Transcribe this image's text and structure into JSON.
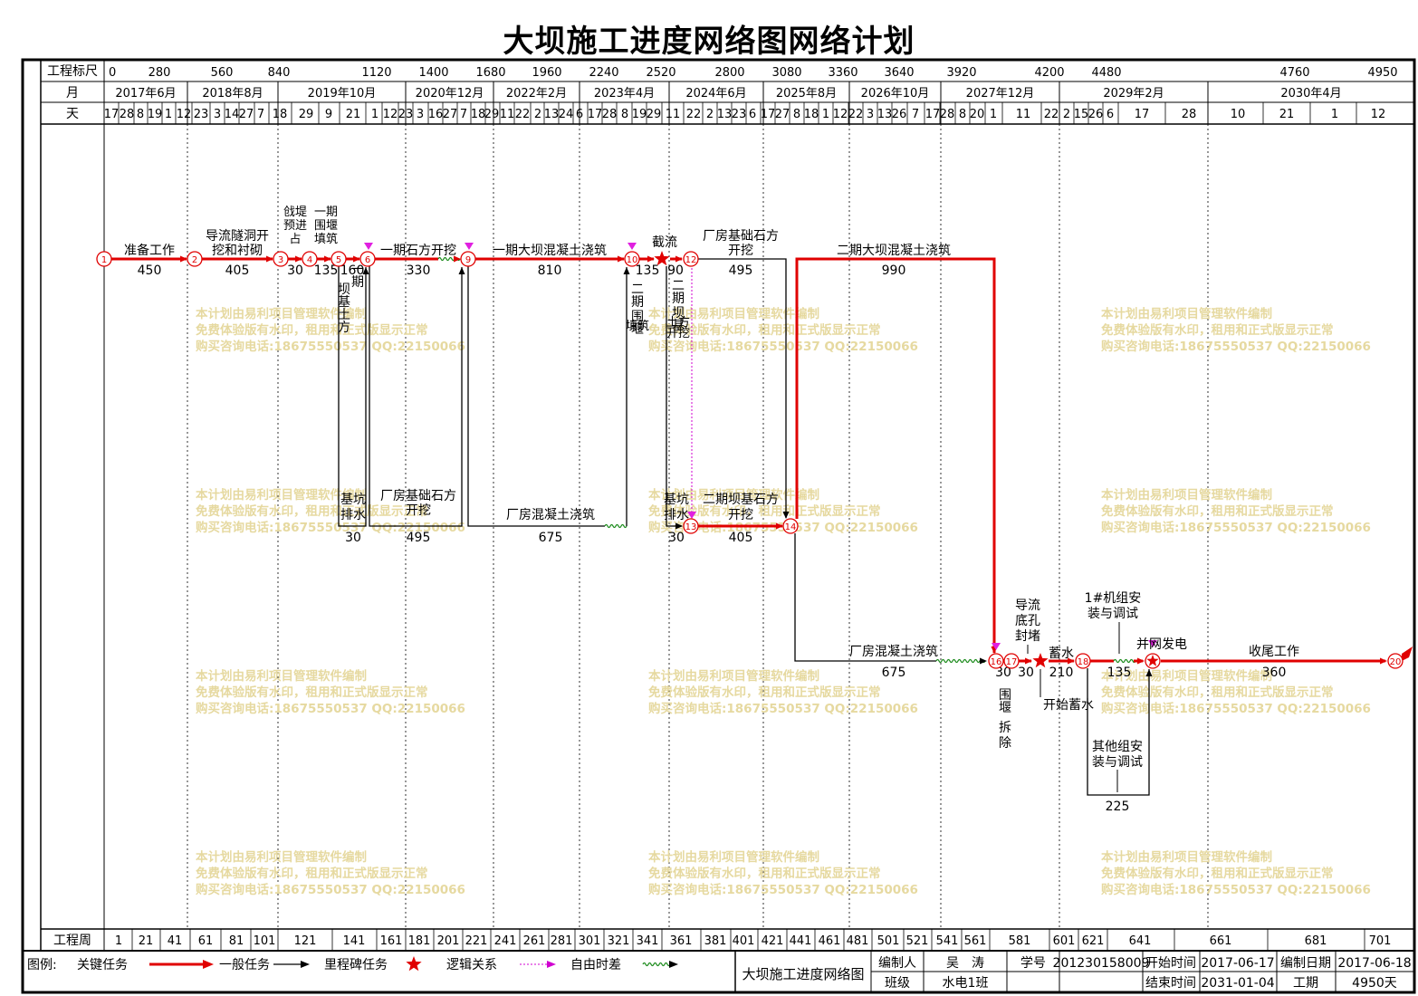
{
  "title": "大坝施工进度网络图网络计划",
  "header_labels": {
    "scale": "工程标尺",
    "month": "月",
    "day": "天",
    "week": "工程周"
  },
  "scale_ticks": [
    "0",
    "280",
    "560",
    "840",
    "1120",
    "1400",
    "1680",
    "1960",
    "2240",
    "2520",
    "2800",
    "3080",
    "3360",
    "3640",
    "3920",
    "4200",
    "4480",
    "4760",
    "4950"
  ],
  "months": [
    "2017年6月",
    "2018年8月",
    "2019年10月",
    "2020年12月",
    "2022年2月",
    "2023年4月",
    "2024年6月",
    "2025年8月",
    "2026年10月",
    "2027年12月",
    "2029年2月",
    "2030年4月"
  ],
  "days": [
    "17",
    "28",
    "8",
    "19",
    "1",
    "12",
    "23",
    "3",
    "14",
    "27",
    "7",
    "18",
    "29",
    "9",
    "21",
    "1",
    "12",
    "23",
    "3",
    "16",
    "27",
    "7",
    "18",
    "29",
    "11",
    "22",
    "2",
    "13",
    "24",
    "6",
    "17",
    "28",
    "8",
    "19",
    "29",
    "11",
    "22",
    "2",
    "13",
    "23",
    "6",
    "17",
    "27",
    "8",
    "18",
    "1",
    "12",
    "22",
    "3",
    "13",
    "26",
    "7",
    "17",
    "28",
    "8",
    "20",
    "1",
    "11",
    "22",
    "2",
    "15",
    "26",
    "6",
    "17",
    "28",
    "10",
    "21",
    "1",
    "12"
  ],
  "weeks": [
    "1",
    "21",
    "41",
    "61",
    "81",
    "101",
    "121",
    "141",
    "161",
    "181",
    "201",
    "221",
    "241",
    "261",
    "281",
    "301",
    "321",
    "341",
    "361",
    "381",
    "401",
    "421",
    "441",
    "461",
    "481",
    "501",
    "521",
    "541",
    "561",
    "581",
    "601",
    "621",
    "641",
    "661",
    "681",
    "701"
  ],
  "nodes": [
    "1",
    "2",
    "3",
    "4",
    "5",
    "6",
    "9",
    "10",
    "12",
    "13",
    "14",
    "16",
    "17",
    "18",
    "20"
  ],
  "tasks": [
    {
      "name": "准备工作",
      "dur": "450"
    },
    {
      "name": "导流隧洞开挖和衬砌",
      "dur": "405"
    },
    {
      "name": "戗堤预进占",
      "dur": "30"
    },
    {
      "name": "一期围堰填筑",
      "dur": "135"
    },
    {
      "name": "一期坝基土方开挖",
      "dur": "160"
    },
    {
      "name": "一期石方开挖",
      "dur": "330"
    },
    {
      "name": "一期大坝混凝土浇筑",
      "dur": "810"
    },
    {
      "name": "二期围堰填筑",
      "dur": "135"
    },
    {
      "name": "截流",
      "dur": "90"
    },
    {
      "name": "二期坝基土方开挖",
      "dur": ""
    },
    {
      "name": "厂房基础石方开挖",
      "dur": "495"
    },
    {
      "name": "二期大坝混凝土浇筑",
      "dur": "990"
    },
    {
      "name": "基坑排水",
      "dur": "30"
    },
    {
      "name": "厂房基础石方开挖",
      "dur": "495"
    },
    {
      "name": "厂房混凝土浇筑",
      "dur": "675"
    },
    {
      "name": "基坑排水",
      "dur": "30"
    },
    {
      "name": "二期坝基石方开挖",
      "dur": "405"
    },
    {
      "name": "厂房混凝土浇筑",
      "dur": "675"
    },
    {
      "name": "围堰拆除",
      "dur": "30"
    },
    {
      "name": "导流底孔封堵",
      "dur": "30"
    },
    {
      "name": "开始蓄水",
      "dur": ""
    },
    {
      "name": "蓄水",
      "dur": "210"
    },
    {
      "name": "1#机组安装与调试",
      "dur": "135"
    },
    {
      "name": "其他组安装与调试",
      "dur": "225"
    },
    {
      "name": "并网发电",
      "dur": ""
    },
    {
      "name": "收尾工作",
      "dur": "360"
    }
  ],
  "watermark": [
    "本计划由易利项目管理软件编制",
    "免费体验版有水印，租用和正式版显示正常",
    "购买咨询电话:18675550537 QQ:22150066"
  ],
  "legend": {
    "title": "图例:",
    "critical": "关键任务",
    "general": "一般任务",
    "milestone": "里程碑任务",
    "logic": "逻辑关系",
    "float": "自由时差"
  },
  "footer": {
    "plan_name": "大坝施工进度网络图",
    "compiler_label": "编制人",
    "compiler": "吴　涛",
    "student_id_label": "学号",
    "student_id": "201230158009",
    "start_label": "开始时间",
    "start": "2017-06-17",
    "date_label": "编制日期",
    "date": "2017-06-18",
    "class_label": "班级",
    "class": "水电1班",
    "end_label": "结束时间",
    "end": "2031-01-04",
    "period_label": "工期",
    "period": "4950天"
  },
  "colors": {
    "critical": "#e00000",
    "general": "#000000",
    "watermark": "#e6d9a0",
    "float": "#1a8a1a",
    "logic": "#d000d0"
  }
}
